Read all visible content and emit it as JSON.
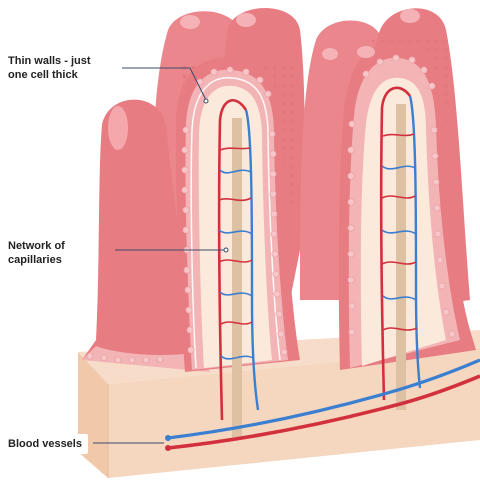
{
  "labels": {
    "thin_walls": [
      "Thin walls - just",
      "one cell thick"
    ],
    "capillaries": [
      "Network of",
      "capillaries"
    ],
    "blood_vessels": "Blood vessels"
  },
  "colors": {
    "villus_pink": "#e87c83",
    "villus_light": "#f4a9ad",
    "villus_dark": "#d9636c",
    "cell_pink": "#f3b4b6",
    "tissue_cream": "#fbe9dc",
    "base_tan": "#f5d6bf",
    "lacteal_tan": "#dec0a2",
    "artery_red": "#d3303d",
    "vein_blue": "#3b7fd1",
    "leader_line": "#3a4a6b"
  }
}
